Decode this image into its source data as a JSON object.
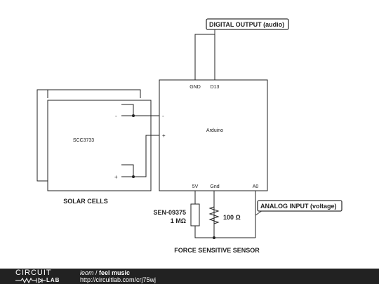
{
  "diagram": {
    "arduino": {
      "label": "Arduino",
      "pin_gnd": "GND",
      "pin_d13": "D13",
      "pin_minus": "-",
      "pin_plus": "+",
      "pin_5v": "5V",
      "pin_gnd_bottom": "Gnd",
      "pin_a0": "A0"
    },
    "solar": {
      "model": "SCC3733",
      "minus": "-",
      "plus": "+",
      "caption": "SOLAR CELLS"
    },
    "sensor": {
      "part": "SEN-09375",
      "value": "1 MΩ",
      "caption": "FORCE SENSITIVE SENSOR"
    },
    "resistor": {
      "value": "100 Ω"
    },
    "callouts": {
      "digital_output": "DIGITAL OUTPUT (audio)",
      "analog_input": "ANALOG INPUT (voltage)"
    }
  },
  "footer": {
    "logo_top": "CIRCUIT",
    "logo_bottom": "LAB",
    "user": "leom",
    "separator": " / ",
    "title": "feel music",
    "url": "http://circuitlab.com/crj75wj"
  },
  "colors": {
    "wire": "#222222",
    "footer_bg": "#222222",
    "callout_border": "#333333"
  }
}
